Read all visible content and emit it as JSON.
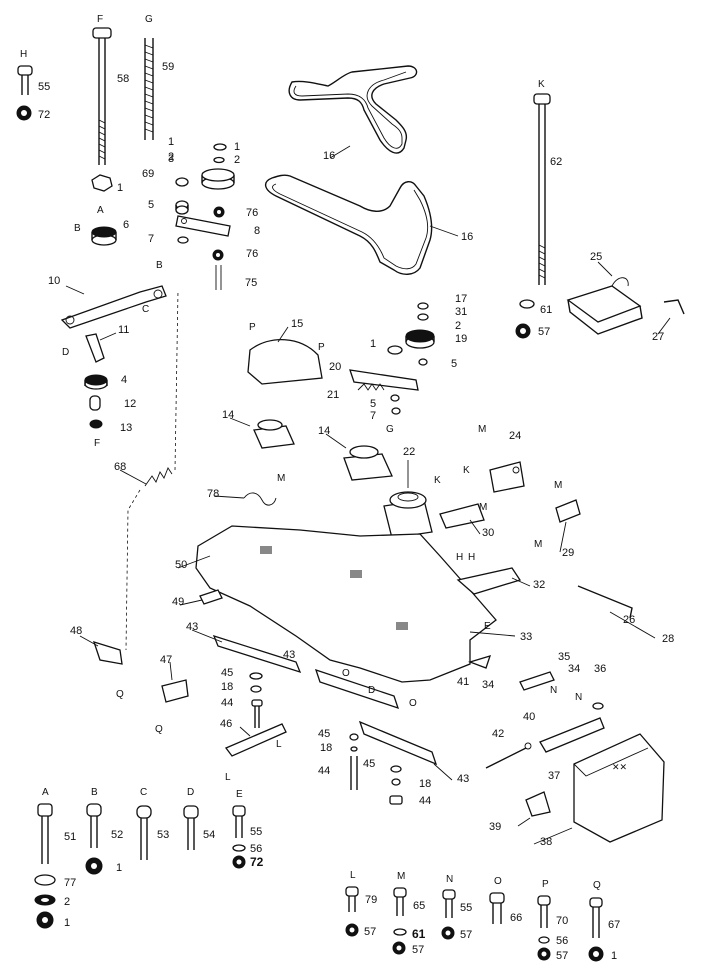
{
  "callouts": {
    "p1": "1",
    "p2": "2",
    "p3": "3",
    "p4": "4",
    "p5": "5",
    "p6": "6",
    "p7": "7",
    "p8": "8",
    "p10": "10",
    "p11": "11",
    "p12": "12",
    "p13": "13",
    "p14": "14",
    "p15": "15",
    "p16": "16",
    "p17": "17",
    "p18": "18",
    "p19": "19",
    "p20": "20",
    "p21": "21",
    "p22": "22",
    "p24": "24",
    "p25": "25",
    "p26": "26",
    "p27": "27",
    "p28": "28",
    "p29": "29",
    "p30": "30",
    "p31": "31",
    "p32": "32",
    "p33": "33",
    "p34": "34",
    "p35": "35",
    "p36": "36",
    "p37": "37",
    "p38": "38",
    "p39": "39",
    "p40": "40",
    "p41": "41",
    "p42": "42",
    "p43": "43",
    "p44": "44",
    "p45": "45",
    "p46": "46",
    "p47": "47",
    "p48": "48",
    "p49": "49",
    "p50": "50",
    "p51": "51",
    "p52": "52",
    "p53": "53",
    "p54": "54",
    "p55": "55",
    "p56": "56",
    "p57": "57",
    "p58": "58",
    "p59": "59",
    "p61": "61",
    "p62": "62",
    "p65": "65",
    "p66": "66",
    "p67": "67",
    "p68": "68",
    "p69": "69",
    "p70": "70",
    "p72": "72",
    "p75": "75",
    "p76": "76",
    "p77": "77",
    "p78": "78",
    "p79": "79"
  },
  "letters": {
    "A": "A",
    "B": "B",
    "C": "C",
    "D": "D",
    "E": "E",
    "F": "F",
    "G": "G",
    "H": "H",
    "K": "K",
    "L": "L",
    "M": "M",
    "N": "N",
    "O": "O",
    "P": "P",
    "Q": "Q"
  }
}
